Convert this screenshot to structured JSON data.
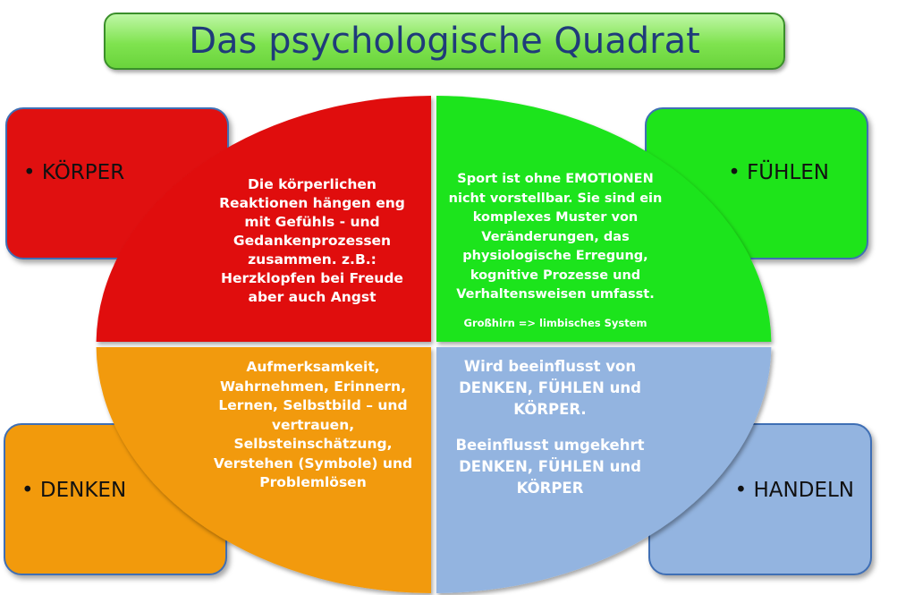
{
  "title": "Das psychologische Quadrat",
  "colors": {
    "title_fill": "#7fe34f",
    "title_text": "#1f3b7a",
    "koerper": "#e01010",
    "fuehlen": "#1ee41a",
    "denken": "#f29a0c",
    "handeln": "#93b4e0",
    "quadrant_text": "#ffffff"
  },
  "corners": {
    "koerper": "• KÖRPER",
    "fuehlen": "• FÜHLEN",
    "denken": "• DENKEN",
    "handeln": "• HANDELN"
  },
  "quadrants": {
    "koerper": {
      "text": "Die körperlichen Reaktionen hängen eng mit  Gefühls  - und Gedankenprozessen zusammen. z.B.: Herzklopfen  bei Freude aber auch Angst"
    },
    "fuehlen": {
      "text": "Sport ist ohne EMOTIONEN nicht vorstellbar. Sie sind ein komplexes Muster von Veränderungen, das physiologische Erregung, kognitive Prozesse und Verhaltensweisen umfasst.",
      "small": "Großhirn => limbisches System"
    },
    "denken": {
      "text": "Aufmerksamkeit, Wahrnehmen, Erinnern, Lernen, Selbstbild – und vertrauen, Selbsteinschätzung, Verstehen (Symbole) und Problemlösen"
    },
    "handeln": {
      "text1": "Wird beeinflusst von DENKEN, FÜHLEN und KÖRPER.",
      "text2": "Beeinflusst umgekehrt DENKEN, FÜHLEN und KÖRPER"
    }
  }
}
